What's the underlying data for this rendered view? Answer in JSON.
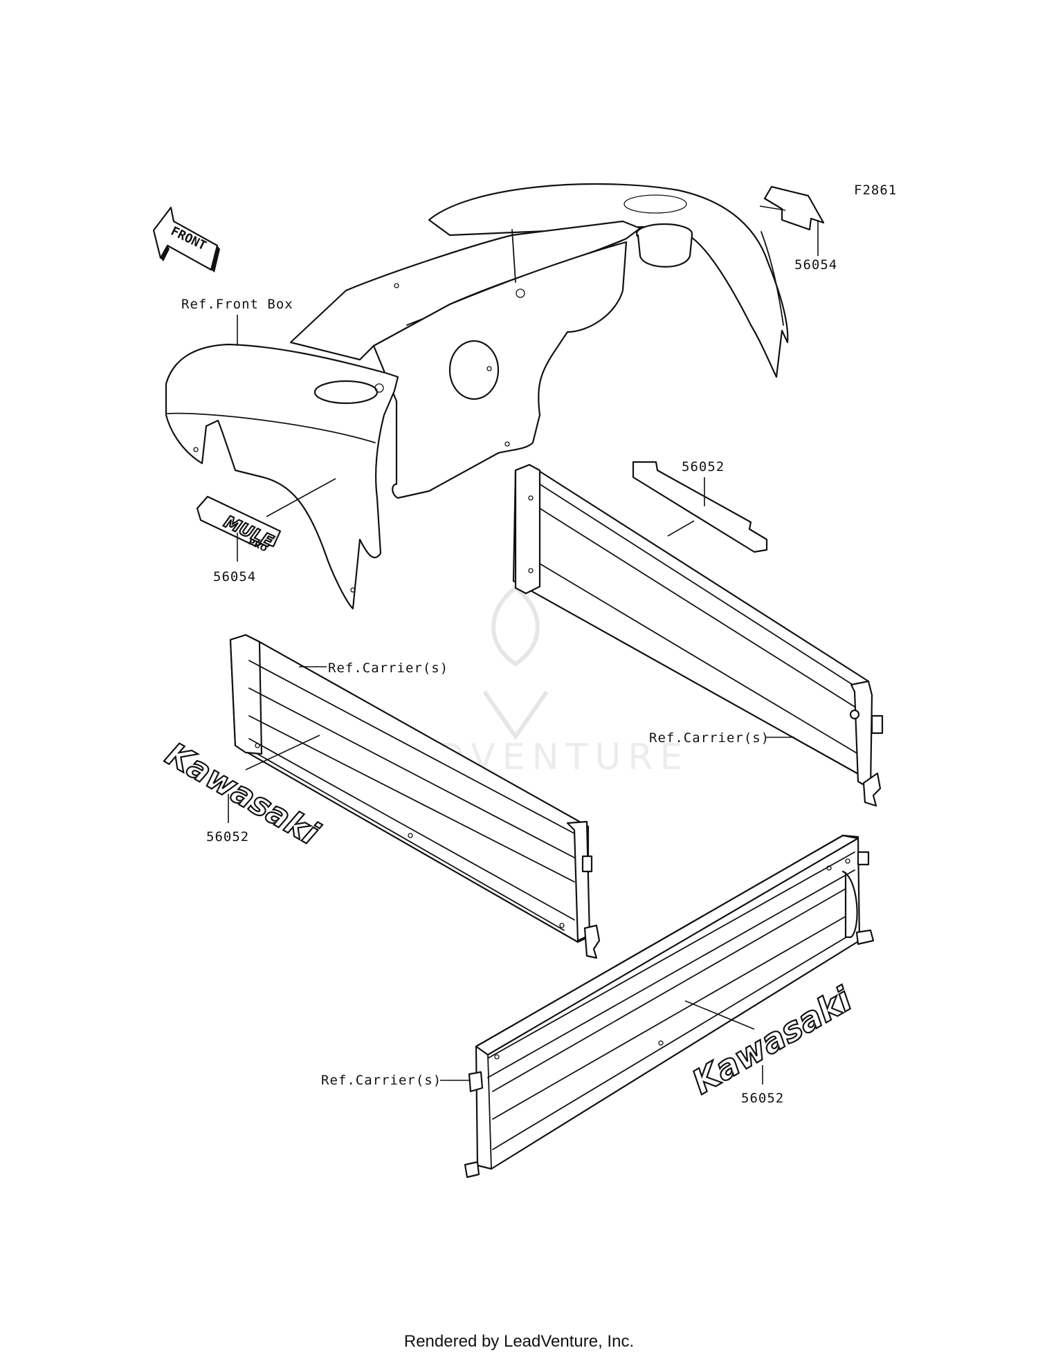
{
  "diagram": {
    "figure_code": "F2861",
    "front_arrow_label": "FRONT",
    "labels": {
      "ref_front_box": "Ref.Front Box",
      "ref_carrier_left": "Ref.Carrier(s)",
      "ref_carrier_right": "Ref.Carrier(s)",
      "ref_carrier_tailgate": "Ref.Carrier(s)"
    },
    "part_numbers": {
      "emblem_mule": "56054",
      "label_fender_right": "56054",
      "label_carrier_right": "56052",
      "emblem_kawasaki_left": "56052",
      "emblem_kawasaki_tailgate": "56052"
    },
    "emblems": {
      "mule_word": "MULE",
      "mule_sub": "PRO",
      "kawasaki_left": "Kawasaki",
      "kawasaki_tailgate": "Kawasaki"
    },
    "watermark": "LEADVENTURE"
  },
  "footer": {
    "text": "Rendered by LeadVenture, Inc."
  }
}
